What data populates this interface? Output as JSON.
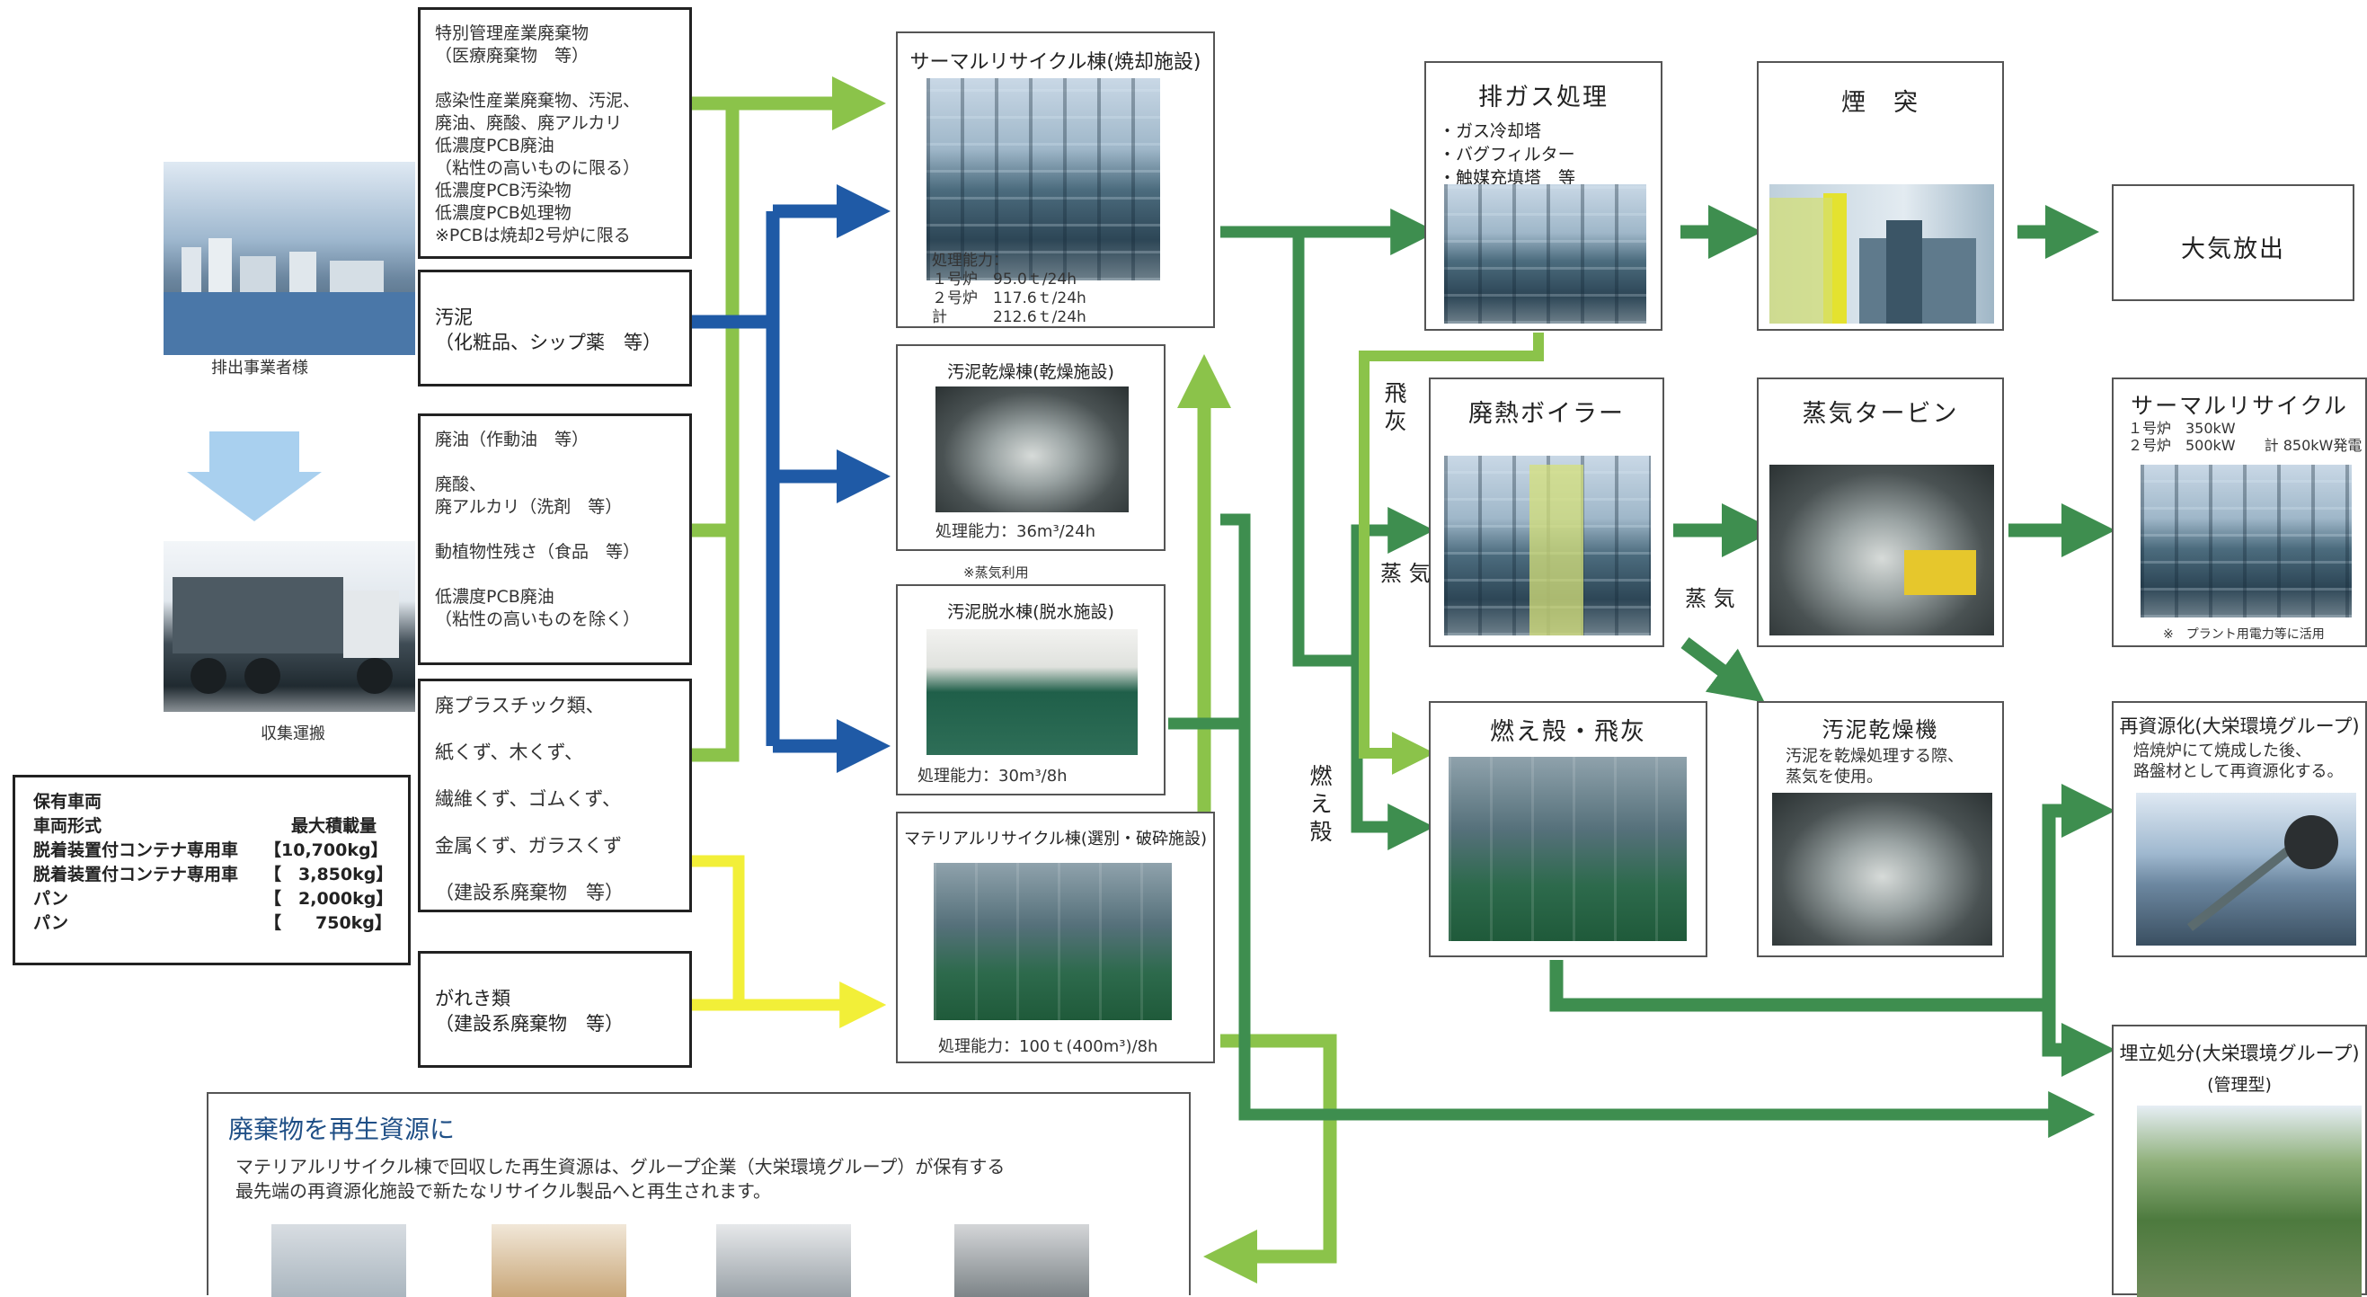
{
  "sources": {
    "special": {
      "lines": [
        "特別管理産業廃棄物",
        "（医療廃棄物　等）",
        "",
        "感染性産業廃棄物、汚泥、",
        "廃油、廃酸、廃アルカリ",
        "低濃度PCB廃油",
        "（粘性の高いものに限る）",
        "低濃度PCB汚染物",
        "低濃度PCB処理物",
        "※PCBは焼却2号炉に限る"
      ]
    },
    "sludge": {
      "lines": [
        "汚泥",
        "（化粧品、シップ薬　等）"
      ]
    },
    "oil": {
      "lines": [
        "廃油（作動油　等）",
        "",
        "廃酸、",
        "廃アルカリ（洗剤　等）",
        "",
        "動植物性残さ（食品　等）",
        "",
        "低濃度PCB廃油",
        "（粘性の高いものを除く）"
      ]
    },
    "plastic": {
      "lines": [
        "廃プラスチック類、",
        "",
        "紙くず、木くず、",
        "",
        "繊維くず、ゴムくず、",
        "",
        "金属くず、ガラスくず",
        "",
        "（建設系廃棄物　等）"
      ]
    },
    "rubble": {
      "lines": [
        "がれき類",
        "（建設系廃棄物　等）"
      ]
    }
  },
  "left": {
    "discharger_caption": "排出事業者様",
    "transport_caption": "収集運搬"
  },
  "vehicles": {
    "title": "保有車両",
    "header_type": "車両形式",
    "header_capacity": "最大積載量",
    "rows": [
      {
        "type": "脱着装置付コンテナ専用車",
        "capacity": "【10,700kg】"
      },
      {
        "type": "脱着装置付コンテナ専用車",
        "capacity": "【　3,850kg】"
      },
      {
        "type": "パン",
        "capacity": "【　2,000kg】"
      },
      {
        "type": "パン",
        "capacity": "【　　750kg】"
      }
    ]
  },
  "facilities": {
    "thermal": {
      "title": "サーマルリサイクル棟(焼却施設)",
      "capacity": "処理能力：\n１号炉　95.0ｔ/24h\n２号炉　117.6ｔ/24h\n計　　　212.6ｔ/24h"
    },
    "dryer": {
      "title": "汚泥乾燥棟(乾燥施設)",
      "capacity": "処理能力：36m³/24h",
      "note": "※蒸気利用"
    },
    "dewater": {
      "title": "汚泥脱水棟(脱水施設)",
      "capacity": "処理能力：30m³/8h"
    },
    "material": {
      "title": "マテリアルリサイクル棟(選別・破砕施設)",
      "capacity": "処理能力：100ｔ(400m³)/8h"
    }
  },
  "process": {
    "exhaust": {
      "title": "排ガス処理",
      "bullets": [
        "・ガス冷却塔",
        "・バグフィルター",
        "・触媒充填塔　等"
      ]
    },
    "chimney": {
      "title": "煙　突"
    },
    "atmosphere": {
      "title": "大気放出"
    },
    "boiler": {
      "title": "廃熱ボイラー"
    },
    "turbine": {
      "title": "蒸気タービン"
    },
    "thermal_recycle": {
      "title": "サーマルリサイクル",
      "lines": [
        "１号炉　350kW",
        "２号炉　500kW　　計 850kW発電"
      ],
      "note": "※　プラント用電力等に活用"
    },
    "ash": {
      "title": "燃え殻・飛灰"
    },
    "sludge_dryer": {
      "title": "汚泥乾燥機",
      "desc": "汚泥を乾燥処理する際、\n蒸気を使用。"
    },
    "reuse": {
      "title": "再資源化(大栄環境グループ)",
      "desc": "焙焼炉にて焼成した後、\n路盤材として再資源化する。"
    },
    "landfill": {
      "title": "埋立処分(大栄環境グループ)",
      "sub": "(管理型)"
    }
  },
  "labels": {
    "fly_ash": "飛\n灰",
    "steam_left": "蒸 気",
    "steam_mid": "蒸 気",
    "cinder": "燃\nえ\n殻"
  },
  "bottom": {
    "title": "廃棄物を再生資源に",
    "text": "マテリアルリサイクル棟で回収した再生資源は、グループ企業（大栄環境グループ）が保有する\n最先端の再資源化施設で新たなリサイクル製品へと再生されます。"
  },
  "colors": {
    "light_green": "#8bc34a",
    "blue": "#1f5aa6",
    "dark_green": "#3e8e4f",
    "yellow": "#f2ef38",
    "mid_green": "#4a9e5c"
  }
}
